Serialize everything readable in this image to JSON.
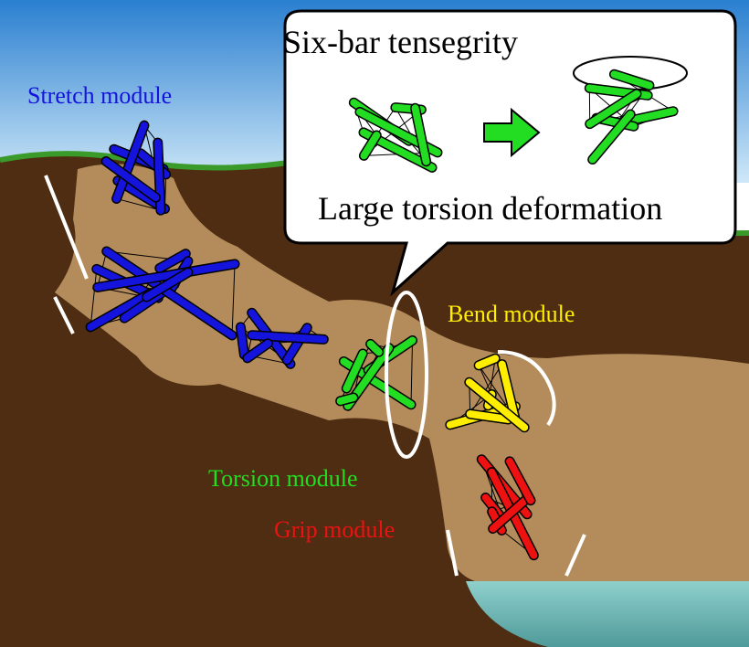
{
  "bubble": {
    "title": "Six-bar tensegrity",
    "subtitle": "Large torsion deformation"
  },
  "labels": {
    "stretch": "Stretch module",
    "bend": "Bend module",
    "torsion": "Torsion module",
    "grip": "Grip module"
  },
  "colors": {
    "stretch": "#1414dc",
    "torsion": "#22dd22",
    "bend": "#ffee00",
    "grip": "#ee1111",
    "soil": "#4e2d12",
    "tunnel": "#b48c5c",
    "water": "#7fbdb8"
  }
}
